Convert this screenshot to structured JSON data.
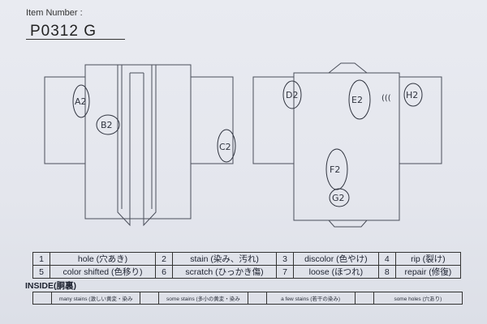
{
  "header": {
    "label": "Item Number :",
    "item_number": "P0312  G"
  },
  "marks": {
    "front": [
      "A2",
      "B2",
      "C2"
    ],
    "back": [
      "D2",
      "E2",
      "F2",
      "G2",
      "H2"
    ],
    "tick": "((("
  },
  "legend": {
    "rows": [
      [
        {
          "num": "1",
          "text": "hole (穴あき)"
        },
        {
          "num": "2",
          "text": "stain (染み、汚れ)"
        },
        {
          "num": "3",
          "text": "discolor (色やけ)"
        },
        {
          "num": "4",
          "text": "rip (裂け)"
        }
      ],
      [
        {
          "num": "5",
          "text": "color shifted (色移り)"
        },
        {
          "num": "6",
          "text": "scratch (ひっかき傷)"
        },
        {
          "num": "7",
          "text": "loose (ほつれ)"
        },
        {
          "num": "8",
          "text": "repair (修復)"
        }
      ]
    ]
  },
  "inside": {
    "title": "INSIDE(胴裏)",
    "cells": [
      "many stains (激しい黄変・染み",
      "some stains (多小の黄変・染み",
      "a few stains (若干の染み)",
      "some holes (穴あり)"
    ]
  }
}
